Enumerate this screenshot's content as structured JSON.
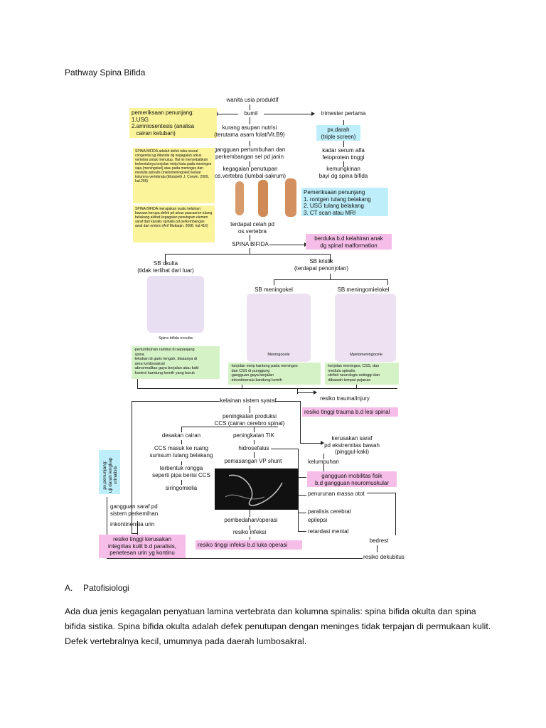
{
  "document": {
    "title": "Pathway Spina Bifida",
    "section_letter": "A.",
    "section_title": "Patofisiologi",
    "paragraph": "Ada dua jenis kegagalan penyatuan lamina vertebrata dan kolumna spinalis: spina bifida okulta dan spina bifida sistika. Spina bifida okulta adalah defek penutupan dengan meninges tidak terpajan di permukaan kulit. Defek vertebralnya kecil, umumnya pada daerah lumbosakral."
  },
  "diagram": {
    "wanita": "wanita usia produktif",
    "bumil": "bumil",
    "trimester": "trimester pertama",
    "pemeriksaan1": "pemeriksaan penunjang:\n1.USG\n2.amniosentesis (analisa\n   cairan ketuban)",
    "px_darah": "px.darah\n(triple screen)",
    "kurang_asupan": "kurang asupan nutrisi\n(terutama asam folat/Vit.B9)",
    "kadar_serum": "kadar serum alfa\nfetoprotein tinggi",
    "gangguan_pertumbuhan": "gangguan pertumbuhan dan\nperkembangan sel pd janin",
    "kemungkinan": "kemungkinan\nbayi dg spina bifida",
    "kegagalan": "kegagalan penutupan\nos.vertebra (lumbal-sakrum)",
    "def_note1": "SPINA BIFIDA adalah defek tuba neural congenital yg ditandai dg kegagalan arkus vertebra untuk menutup. Hal ini menyebabkan terbentuknya tonjolan mirip kista pada meninges saja (meningokel) atau pada meninges dan medulla spinalis (mielomeningokel) keluar kolumna vertebrata (Elizabeth J. Corwin. 2009, hal.266)",
    "def_note2": "SPINA BIFIDA merupakan suatu kelainan bawaan berupa defek pd arkus pascaerior tulang belakang akibat kegagalan penutupan elemen saraf dari kanalis spinalis pd perkembangan awal dari embrio (Arif Muttaqin: 2008, hal.416)",
    "pemeriksaan2": "Pemeriksaan penunjang\n1. rontgen tulang belakang\n2. USG tulang belakang\n3. CT scan atau MRI",
    "terdapat_celah": "terdapat celah pd\nos.vertebra",
    "spina_bifida": "SPINA BIFIDA",
    "berduka": "berduka b.d kelahiran anak\ndg spinal malformation",
    "sb_okulta": "SB okulta\n(tidak terlihat dari luar)",
    "sb_kistik": "SB kristik\n(terdapat penonjolan)",
    "sb_meningokel": "SB meningokel",
    "sb_meningomielokel": "SB meningomielokel",
    "cap_occulta": "Spina bifida occulta",
    "cap_meningocele": "Meningocele",
    "cap_myelo": "Myelomeningocele",
    "green1": "-pertumbuhan rambut di sepanjang\n spina\n-lekukan di garis tengah, biasanya di\n area lumbosakral\n-abnormalitas gaya berjalan atau kaki\n-kontrol kandung kemih yang buruk",
    "green2": "-tonjolan mirip kantong pada meninges\n dan CSS di punggung\n-gangguan gaya berjalan\n-inkontinensia kandung kemih",
    "green3": "-tonjolan meninges, CSS, dan\n medula spinalis\n-defisit neurologis setinggi dan\n dibawah tempat pejanan",
    "kelainan": "kelainan sistem syaraf",
    "resiko_trauma": "resiko trauma/injury",
    "resiko_tinggi_trauma": "resiko tinggi trauma b.d lesi spinal",
    "peningkatan_produksi": "peningkatan produksi\nCCS (cairan cerebro spinal)",
    "desakan": "desakan cairan",
    "peningkatan_tik": "peningkatan TIK",
    "kerusakan_saraf": "kerusakan saraf\npd ekstremitas bawah\n(pinggul-kaki)",
    "ccs_masuk": "CCS masuk ke ruang\nsumsum tulang belakang",
    "hidrosefalus": "hidrosefalus",
    "terbentuk": "terbentuk rongga\nseperti pipa berisi CCS",
    "pemasangan": "pemasangan VP shunt",
    "kelumpuhan": "kelumpuhan",
    "siringomielia": "siringomielia",
    "gangguan_mobilitas": "gangguan mobilitas fisik\nb.d gangguan neuromuskular",
    "penurunan": "penurunan massa otot",
    "paralisis": "paralisis cerebral",
    "gangguan_saraf": "gangguan saraf pd\nsistem perkemihan",
    "epilepsi": "epilepsi",
    "inkontinensia": "inkontinensia urin",
    "pembedahan": "pembedahan/operasi",
    "retardasi": "retardasi mental",
    "resiko_infeksi": "resiko infeksi",
    "bedrest": "bedrest",
    "resiko_integritas": "resiko tinggi kerusakan\nintegritas kulit b.d paralisis,\npenetesan urin yg kontinu",
    "resiko_tinggi_infeksi": "resiko tinggi infeksi b.d luka operasi",
    "resiko_dekubitus": "resiko dekubitus",
    "px_side": "px.penunjang:\nuji darah lengkap\nurinalisis"
  },
  "colors": {
    "yellow": "#fbf49b",
    "cyan": "#bdeefa",
    "pink": "#f6bde9",
    "green": "#d5f2c6"
  }
}
